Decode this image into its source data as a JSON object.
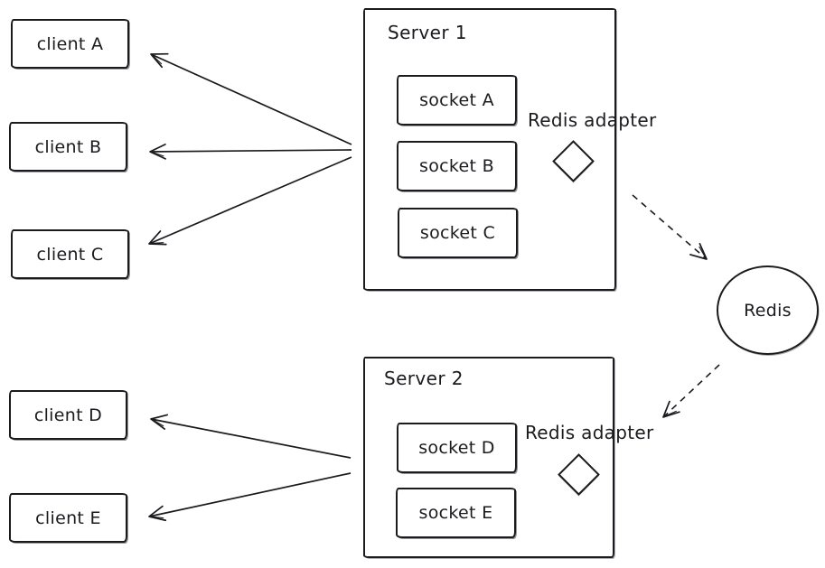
{
  "canvas": {
    "background": "#ffffff",
    "stroke_color": "#1b1b1f"
  },
  "clients": [
    {
      "id": "client-a",
      "label": "client A"
    },
    {
      "id": "client-b",
      "label": "client B"
    },
    {
      "id": "client-c",
      "label": "client C"
    },
    {
      "id": "client-d",
      "label": "client D"
    },
    {
      "id": "client-e",
      "label": "client E"
    }
  ],
  "servers": [
    {
      "id": "server-1",
      "title": "Server 1",
      "sockets": [
        "socket A",
        "socket B",
        "socket C"
      ],
      "adapter_label": "Redis adapter"
    },
    {
      "id": "server-2",
      "title": "Server 2",
      "sockets": [
        "socket D",
        "socket E"
      ],
      "adapter_label": "Redis adapter"
    }
  ],
  "redis": {
    "label": "Redis"
  },
  "edges": [
    {
      "from": "Server 1",
      "to": "client A",
      "style": "solid",
      "arrowhead": "open"
    },
    {
      "from": "Server 1",
      "to": "client B",
      "style": "solid",
      "arrowhead": "open"
    },
    {
      "from": "Server 1",
      "to": "client C",
      "style": "solid",
      "arrowhead": "open"
    },
    {
      "from": "Server 2",
      "to": "client D",
      "style": "solid",
      "arrowhead": "open"
    },
    {
      "from": "Server 2",
      "to": "client E",
      "style": "solid",
      "arrowhead": "open"
    },
    {
      "from": "Server 1 Redis adapter",
      "to": "Redis",
      "style": "dashed",
      "arrowhead": "open"
    },
    {
      "from": "Redis",
      "to": "Server 2 Redis adapter",
      "style": "dashed",
      "arrowhead": "open"
    }
  ]
}
